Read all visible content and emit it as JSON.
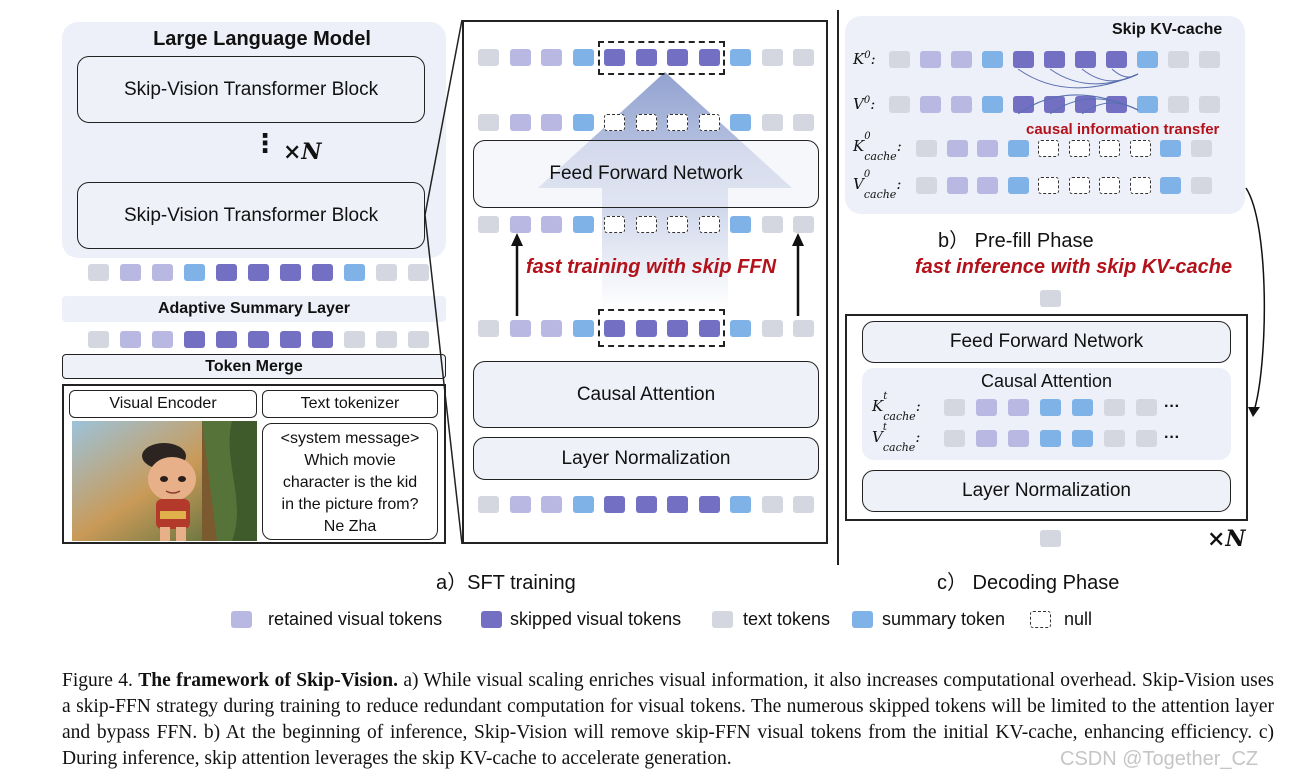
{
  "llm": {
    "title": "Large Language Model",
    "block_top": "Skip-Vision Transformer Block",
    "block_bottom": "Skip-Vision Transformer Block",
    "repeat": "×N"
  },
  "left": {
    "adaptive_summary": "Adaptive Summary Layer",
    "token_merge": "Token Merge",
    "visual_encoder": "Visual Encoder",
    "text_tokenizer": "Text tokenizer",
    "text_lines": [
      "<system message>",
      "Which movie",
      "character is the kid",
      "in the picture from?",
      "Ne Zha"
    ]
  },
  "sft": {
    "ffn": "Feed Forward Network",
    "causal_attention": "Causal Attention",
    "layer_norm": "Layer Normalization",
    "annotation": "fast training with skip FFN",
    "caption": "a）SFT training"
  },
  "prefill": {
    "skip_kv": "Skip KV-cache",
    "k0": "K",
    "v0": "V",
    "kc": "K",
    "vc": "V",
    "sup0": "0",
    "cache_sub": "cache",
    "transfer": "causal information transfer",
    "caption": "b） Pre-fill Phase"
  },
  "decoding": {
    "annotation": "fast inference with skip KV-cache",
    "ffn": "Feed Forward Network",
    "causal_attention": "Causal Attention",
    "layer_norm": "Layer Normalization",
    "kt": "K",
    "vt": "V",
    "supt": "t",
    "cache_sub": "cache",
    "dots": "···",
    "repeat": "×N",
    "caption": "c） Decoding Phase"
  },
  "legend": {
    "retained": "retained visual tokens",
    "skipped": "skipped visual tokens",
    "text": "text tokens",
    "summary": "summary token",
    "null": "null"
  },
  "colors": {
    "retained": "#b9b8e2",
    "skipped": "#7370c4",
    "text": "#d4d7e0",
    "summary": "#7fb3e8",
    "accent_red": "#b3121b"
  },
  "caption": {
    "label": "Figure 4.",
    "title": "The framework of Skip-Vision.",
    "body": "a) While visual scaling enriches visual information, it also increases computational overhead. Skip-Vision uses a skip-FFN strategy during training to reduce redundant computation for visual tokens. The numerous skipped tokens will be limited to the attention layer and bypass FFN. b) At the beginning of inference, Skip-Vision will remove skip-FFN visual tokens from the initial KV-cache, enhancing efficiency. c) During inference, skip attention leverages the skip KV-cache to accelerate generation.",
    "watermark": "CSDN @Together_CZ"
  }
}
